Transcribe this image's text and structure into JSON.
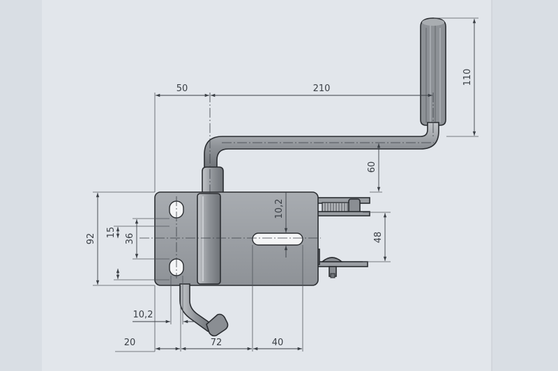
{
  "colors": {
    "background": "#d9dee4",
    "panel_highlight": "#e3e7ec",
    "line": "#3a3f45",
    "metal": "#9a9ea3",
    "metal_dark": "#6f7378",
    "slot": "#f4f5f6",
    "grip": "#8d9196"
  },
  "dimensions": {
    "d50": "50",
    "d210": "210",
    "d110": "110",
    "d60": "60",
    "d92": "92",
    "d15": "15",
    "d36": "36",
    "d10_2_top": "10,2",
    "d48": "48",
    "d10_2_bottom": "10,2",
    "d20": "20",
    "d72": "72",
    "d40": "40"
  }
}
